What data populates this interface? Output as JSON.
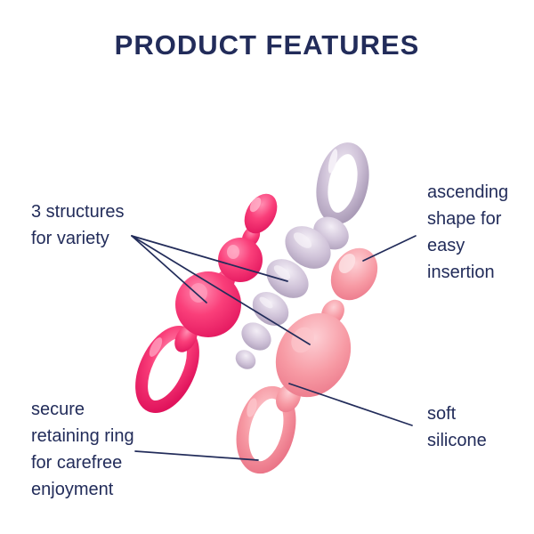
{
  "title": "PRODUCT FEATURES",
  "colors": {
    "navy": "#222c5a",
    "pink": "#fa3f7a",
    "pink_shadow": "#e0135c",
    "lilac": "#cfc2d8",
    "lilac_shadow": "#a99ab6",
    "salmon": "#f79aa4",
    "salmon_shadow": "#ea7487",
    "background": "#ffffff"
  },
  "annotations": {
    "structures": {
      "lines": [
        "3 structures",
        "for variety"
      ]
    },
    "ascending": {
      "lines": [
        "ascending",
        "shape for",
        "easy",
        "insertion"
      ]
    },
    "retaining": {
      "lines": [
        "secure",
        "retaining ring",
        "for carefree",
        "enjoyment"
      ]
    },
    "soft": {
      "lines": [
        "soft",
        "silicone"
      ]
    }
  },
  "products": [
    {
      "name": "pink beaded plug with retaining ring"
    },
    {
      "name": "lilac spiral plug with top ring"
    },
    {
      "name": "salmon ascending-bulb plug with retaining ring"
    }
  ]
}
